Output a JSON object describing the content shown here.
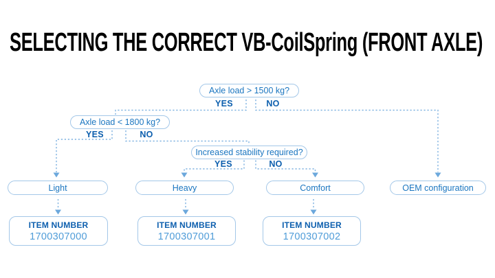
{
  "title": "SELECTING THE CORRECT VB-CoilSpring (FRONT AXLE)",
  "colors": {
    "accent_dark_blue": "#0d5fae",
    "accent_blue": "#1b76c0",
    "light_blue": "#4f9cd8",
    "border_blue": "#a3c7e8",
    "dashed_line_blue": "#7fb2e0",
    "title_black": "#000000",
    "background": "#ffffff"
  },
  "flowchart": {
    "decisions": [
      {
        "question": "Axle load > 1500 kg?",
        "yes_label": "YES",
        "no_label": "NO"
      },
      {
        "question": "Axle load < 1800 kg?",
        "yes_label": "YES",
        "no_label": "NO"
      },
      {
        "question": "Increased stability required?",
        "yes_label": "YES",
        "no_label": "NO"
      }
    ],
    "outcomes": [
      {
        "label": "Light"
      },
      {
        "label": "Heavy"
      },
      {
        "label": "Comfort"
      },
      {
        "label": "OEM configuration"
      }
    ],
    "items": [
      {
        "heading": "ITEM NUMBER",
        "number": "1700307000"
      },
      {
        "heading": "ITEM NUMBER",
        "number": "1700307001"
      },
      {
        "heading": "ITEM NUMBER",
        "number": "1700307002"
      }
    ]
  }
}
